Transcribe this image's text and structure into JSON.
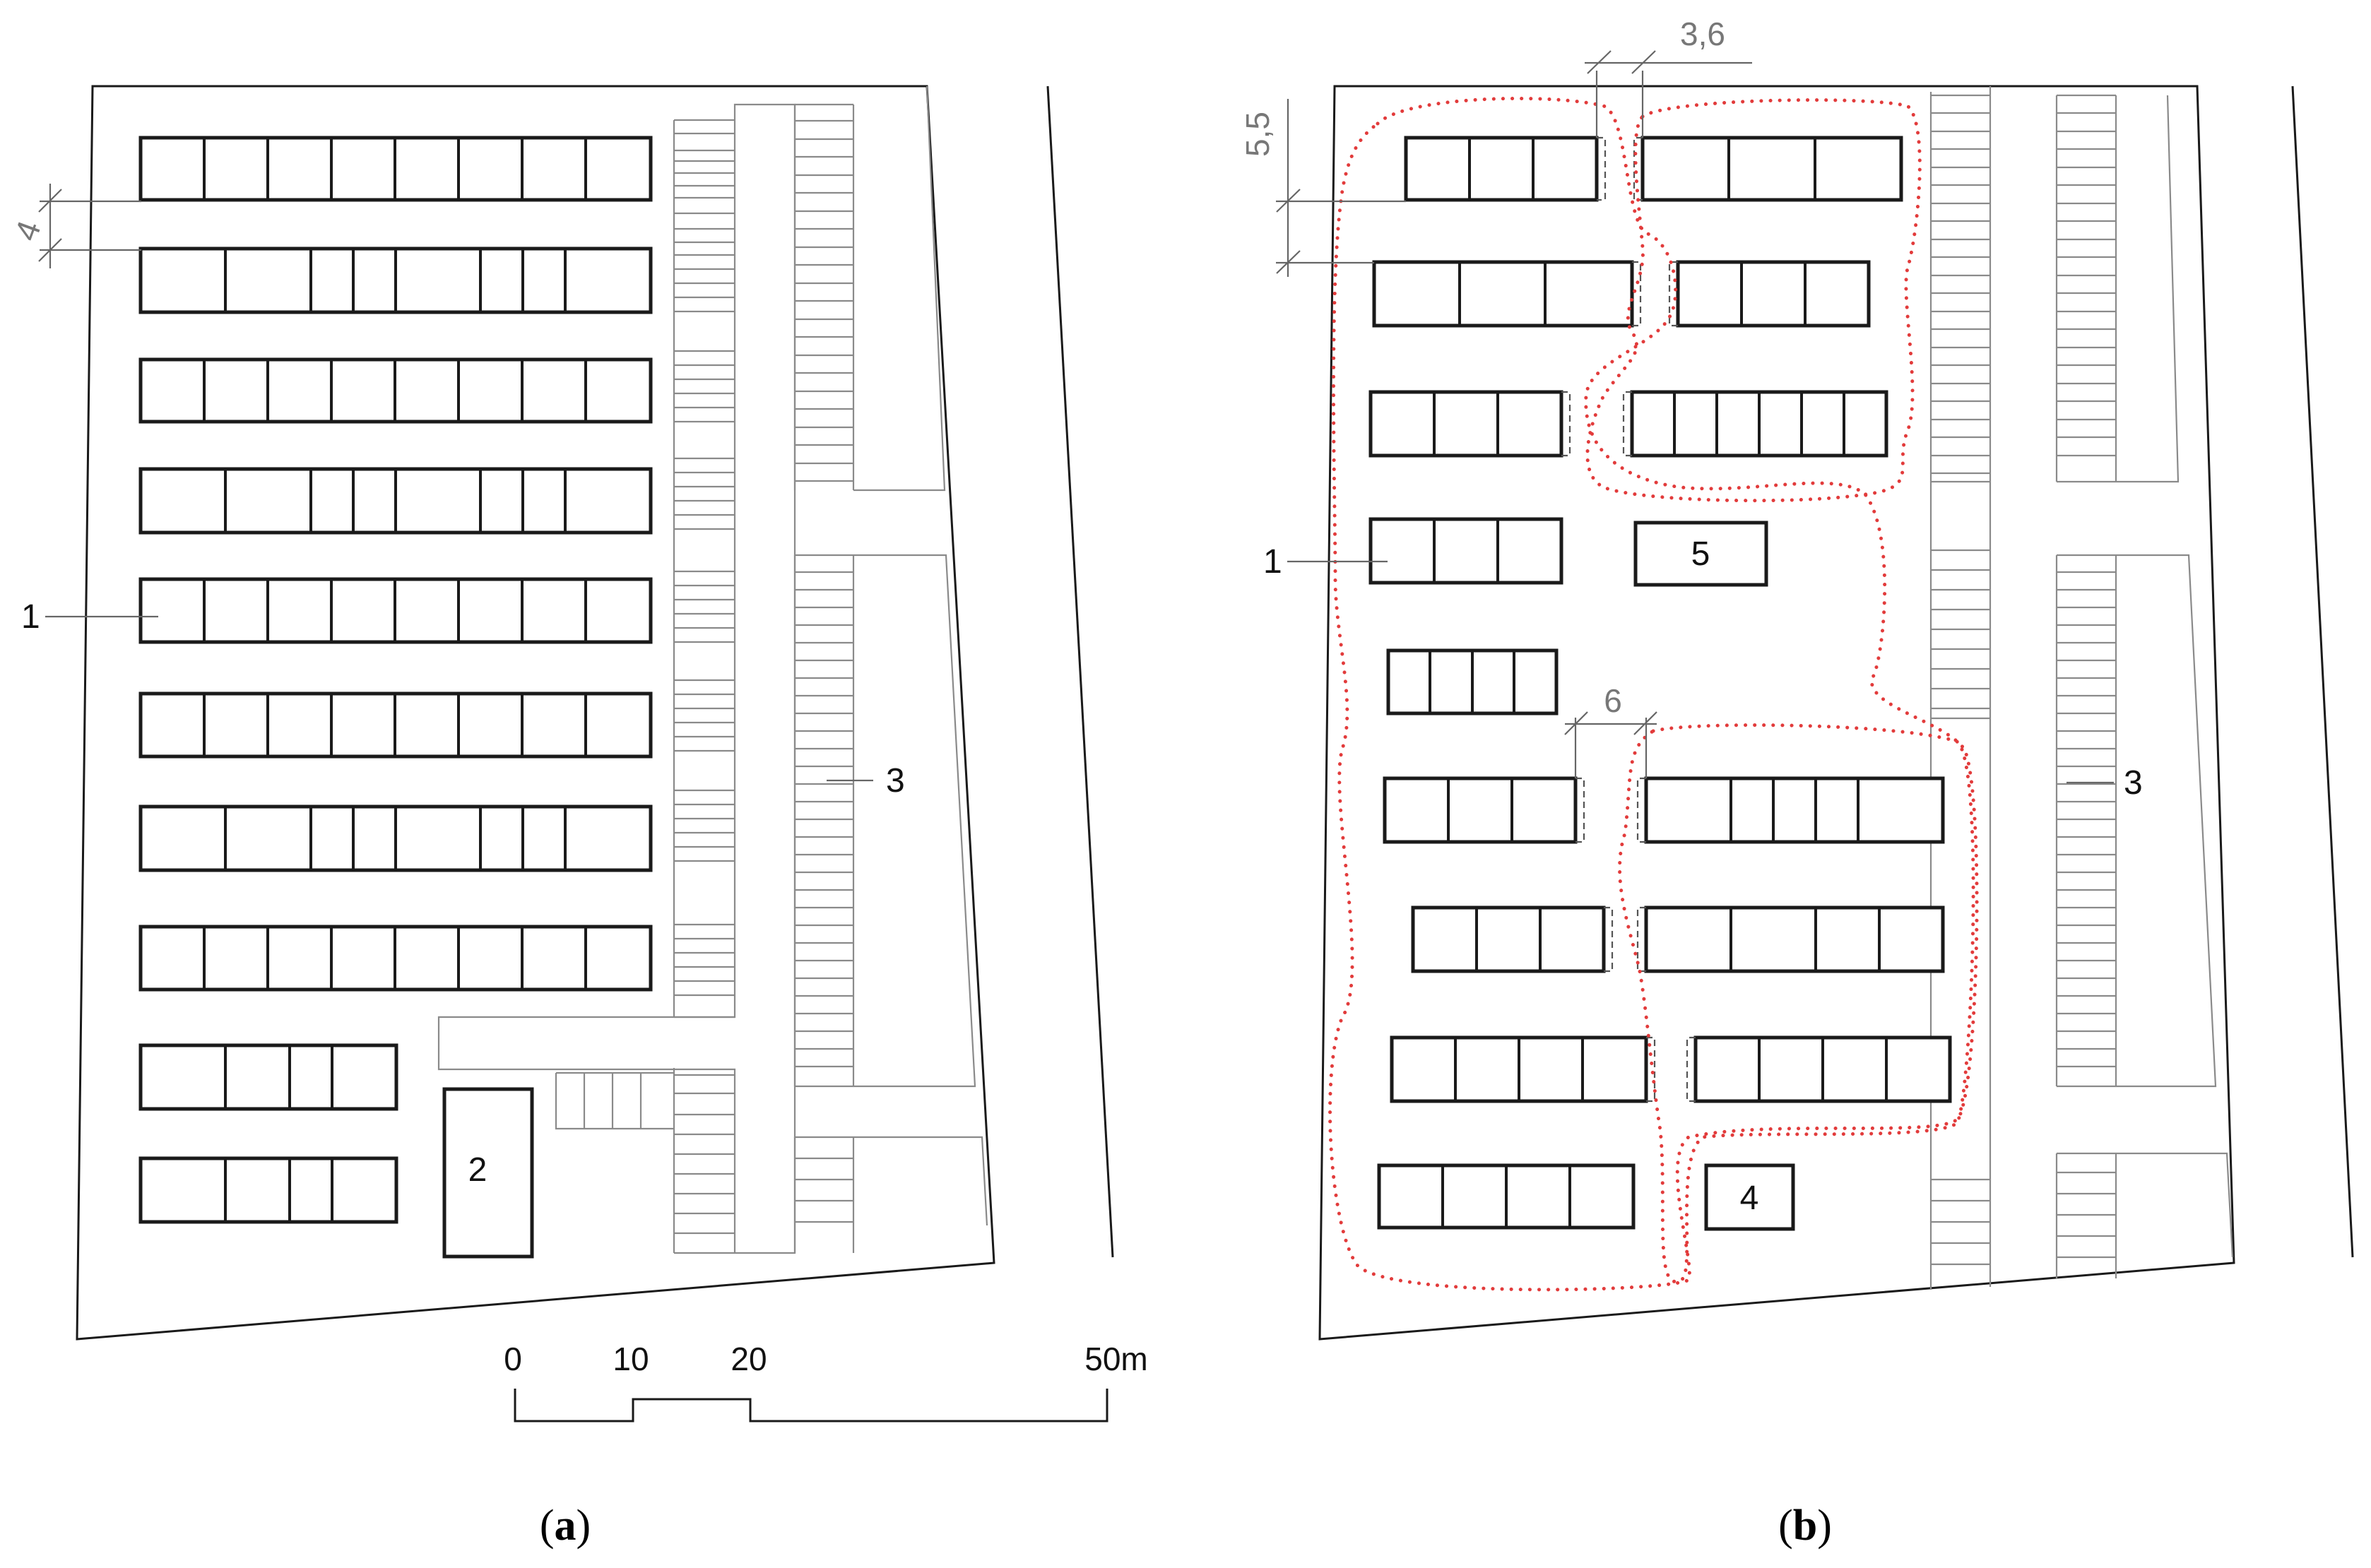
{
  "panel_a": {
    "caption_open": "(",
    "caption_letter": "a",
    "caption_close": ")",
    "labels": {
      "building": "1",
      "facility": "2",
      "parking": "3"
    },
    "dimensions": {
      "building_depth": "4"
    },
    "scale_bar": {
      "ticks": [
        "0",
        "10",
        "20",
        "50m"
      ]
    }
  },
  "panel_b": {
    "caption_open": "(",
    "caption_letter": "b",
    "caption_close": ")",
    "labels": {
      "building": "1",
      "parking": "3",
      "block_4": "4",
      "block_5": "5"
    },
    "dimensions": {
      "gap_top": "3,6",
      "row_spacing": "5,5",
      "gap_middle": "6"
    },
    "zone_color": "#e23b3b"
  }
}
